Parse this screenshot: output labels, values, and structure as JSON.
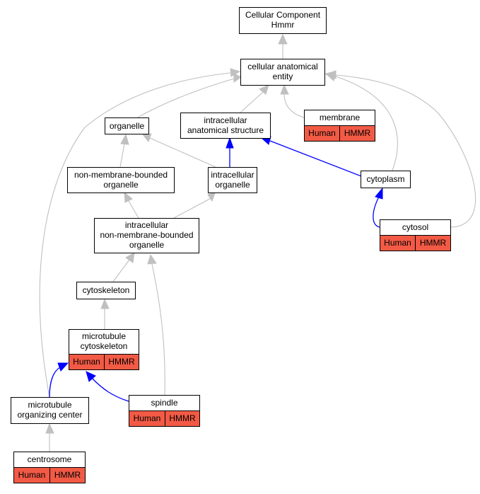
{
  "nodes": {
    "root": [
      "Cellular Component",
      "Hmmr"
    ],
    "cae": [
      "cellular anatomical",
      "entity"
    ],
    "organelle": [
      "organelle"
    ],
    "ias": [
      "intracellular",
      "anatomical structure"
    ],
    "membrane": [
      "membrane"
    ],
    "nmbo": [
      "non-membrane-bounded",
      "organelle"
    ],
    "io": [
      "intracellular",
      "organelle"
    ],
    "cytoplasm": [
      "cytoplasm"
    ],
    "inmbo": [
      "intracellular",
      "non-membrane-bounded",
      "organelle"
    ],
    "cytosol": [
      "cytosol"
    ],
    "cytoskeleton": [
      "cytoskeleton"
    ],
    "mtcs": [
      "microtubule",
      "cytoskeleton"
    ],
    "spindle": [
      "spindle"
    ],
    "mtoc": [
      "microtubule",
      "organizing center"
    ],
    "centrosome": [
      "centrosome"
    ]
  },
  "annotation": {
    "species": "Human",
    "gene": "HMMR"
  },
  "colors": {
    "annotation_fill": "#f25a45",
    "edge_is_a": "#c0c0c0",
    "edge_part_of": "#0000ff"
  }
}
